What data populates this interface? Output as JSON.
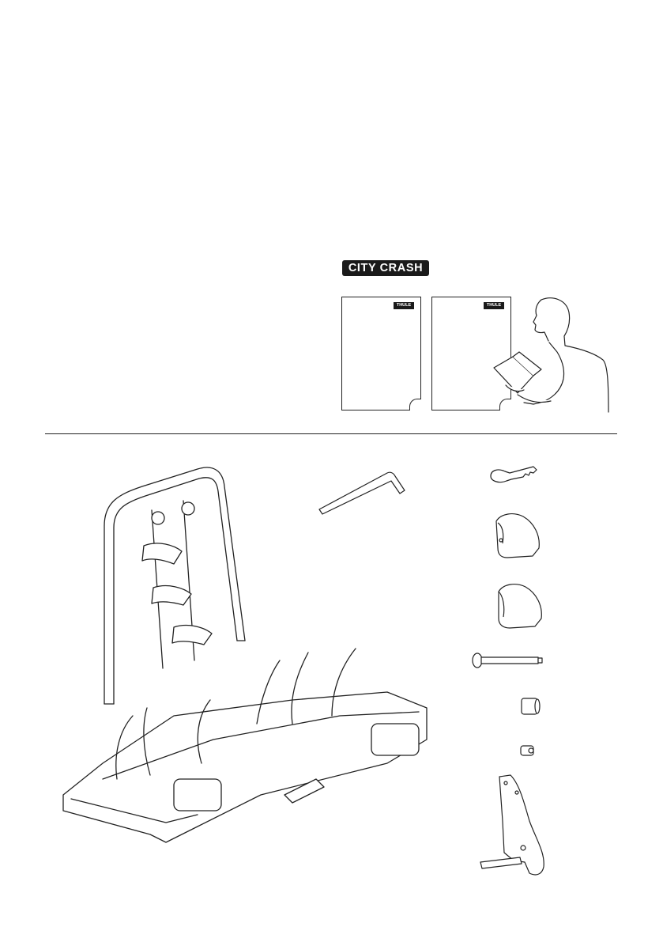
{
  "header": {
    "badge_label": "CITY CRASH"
  },
  "manuals": [
    {
      "logo": "THULE"
    },
    {
      "logo": "THULE"
    }
  ],
  "icons": {
    "reader": "person-reading-manual-icon",
    "rack": "bike-carrier-rack-icon",
    "allen_key": "allen-key-icon",
    "key": "key-icon",
    "cap_open": "end-cap-icon",
    "cap_closed": "end-cap-closed-icon",
    "bolt": "bolt-icon",
    "spacer": "spacer-icon",
    "nut": "nut-icon",
    "bracket": "mounting-bracket-icon"
  }
}
